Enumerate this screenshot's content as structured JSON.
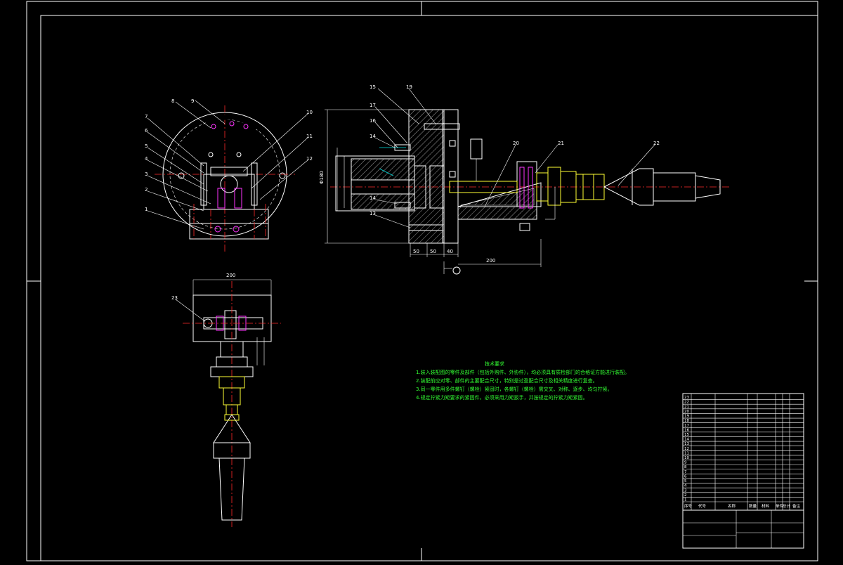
{
  "drawing": {
    "balloons_front": [
      "9",
      "8",
      "7",
      "6",
      "5",
      "4",
      "3",
      "2",
      "1",
      "10",
      "11",
      "12"
    ],
    "balloons_section": [
      "15",
      "19",
      "17",
      "16",
      "14",
      "14",
      "13",
      "20",
      "21",
      "22"
    ],
    "balloon_bottom": "23",
    "dims": {
      "width_bottom": "200",
      "len_main": "200",
      "small_a": "50",
      "small_b": "50",
      "small_c": "40",
      "dia_left": "Φ180"
    }
  },
  "notes": {
    "title": "技术要求",
    "lines": [
      "1.装入装配图的零件及部件（包括外购件、外协件），均必须具有质检部门的合格证方能进行装配。",
      "2.装配前应对零、部件的主要配合尺寸，特别是过盈配合尺寸及相关精度进行复查。",
      "3.同一零件用多件螺钉（螺栓）紧固时，各螺钉（螺栓）需交叉、对称、逐步、均匀拧紧。",
      "4.规定拧紧力矩要求的紧固件，必须采用力矩扳手，并按规定的拧紧力矩紧固。"
    ]
  },
  "title_block": {
    "rows": [
      "23",
      "22",
      "21",
      "20",
      "19",
      "18",
      "17",
      "16",
      "15",
      "14",
      "13",
      "12",
      "11",
      "10",
      "9",
      "8",
      "7",
      "6",
      "5",
      "4",
      "3",
      "2",
      "1"
    ],
    "header": [
      "序号",
      "代号",
      "名称",
      "数量",
      "材料",
      "单件",
      "总计",
      "备注"
    ]
  }
}
